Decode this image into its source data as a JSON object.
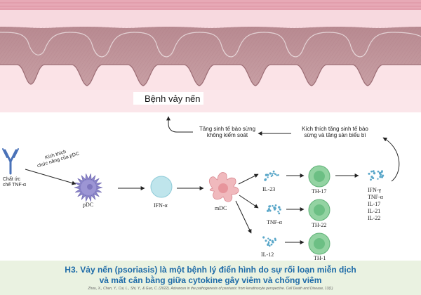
{
  "title": "Bệnh vảy nến",
  "top_labels": {
    "left": [
      "Tăng sinh tế bào sừng",
      "không kiểm soát"
    ],
    "right": [
      "Kích thích tăng sinh tế bào",
      "sừng và tăng sản biểu bì"
    ]
  },
  "inhibitor": [
    "Chất ức",
    "chế TNF-α"
  ],
  "stimulus": [
    "Kích thích",
    "chức năng của pDC"
  ],
  "cells": {
    "pdc": "pDC",
    "ifn_alpha": "IFN-α",
    "mdc": "mDC",
    "th17": "TH-17",
    "th22": "TH-22",
    "th1": "TH-1"
  },
  "cytokines": {
    "il23": "IL-23",
    "tnf_alpha": "TNF-α",
    "il12": "IL-12"
  },
  "output_cytokines": [
    "IFN-γ",
    "TNF-α",
    "IL-17",
    "IL-21",
    "IL-22"
  ],
  "caption": {
    "line1": "H3. Vảy nến (psoriasis) là một bệnh lý điển hình do sự rối loạn miễn dịch",
    "line2": "và mất cân bằng giữa cytokine gây viêm và chống viêm"
  },
  "citation": "Zhou, X., Chen, Y., Cui, L., Shi, Y., & Guo, C. (2022). Advances in the pathogenesis of psoriasis: from keratinocyte perspective. Cell Death and Disease, 13(1)",
  "colors": {
    "caption": "#1e6ba8",
    "footer_bg": "#eaf2e1",
    "antibody": "#4a72b8",
    "pdc": "#8a84c9",
    "ifn": "#bfe5ec",
    "mdc": "#f0b9bd",
    "t_cell": "#93d3a2",
    "cytokine_dots": "#5aa7c9",
    "skin_dermis": "#c9a1a6",
    "skin_epidermis": "#f4c9d2"
  }
}
